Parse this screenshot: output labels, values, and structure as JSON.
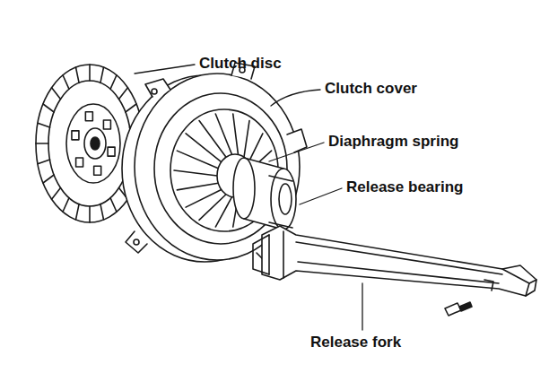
{
  "diagram": {
    "labels": [
      "Clutch disc",
      "Clutch cover",
      "Diaphragm spring",
      "Release bearing",
      "Release fork"
    ]
  }
}
